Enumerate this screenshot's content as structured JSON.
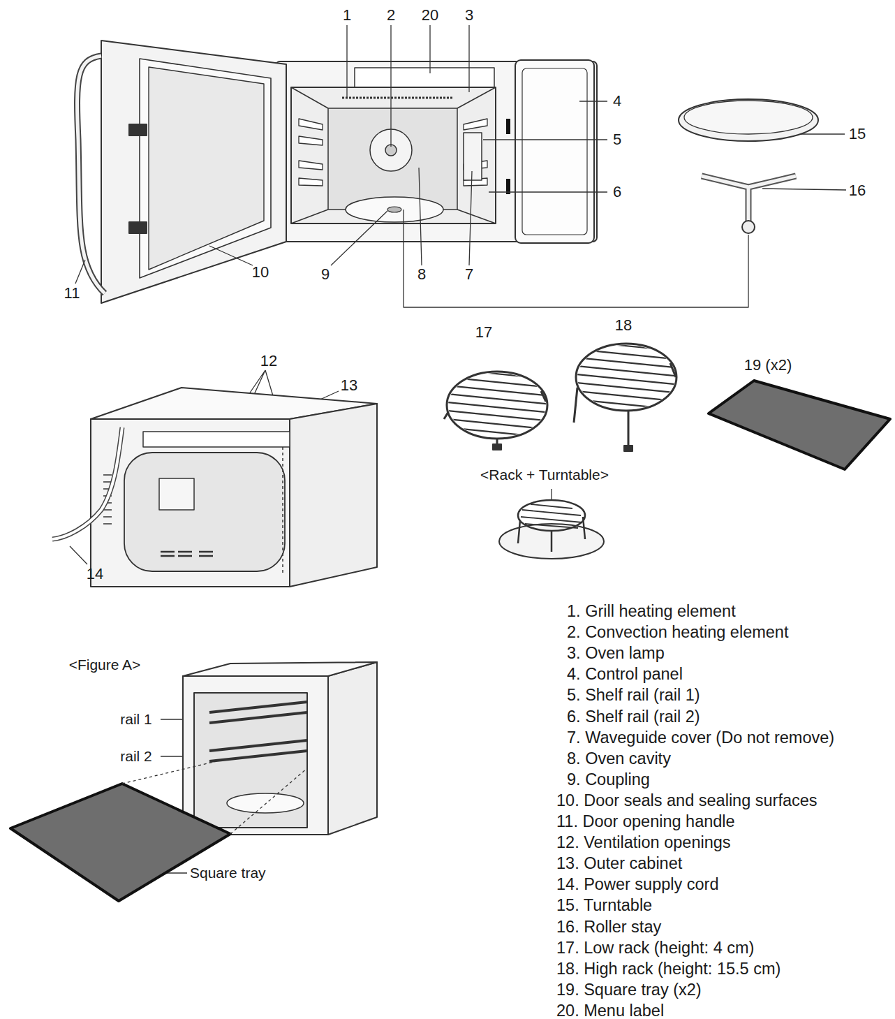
{
  "diagram": {
    "labels": [
      "1",
      "2",
      "20",
      "3",
      "4",
      "5",
      "6",
      "15",
      "16",
      "11",
      "10",
      "9",
      "8",
      "7",
      "17",
      "18",
      "19 (x2)",
      "<Rack + Turntable>",
      "12",
      "13",
      "14",
      "<Figure A>",
      "rail 1",
      "rail 2",
      "Square tray",
      "1. Grill heating element",
      "2. Convection heating element",
      "3. Oven lamp",
      "4. Control panel",
      "5. Shelf rail (rail 1)",
      "6. Shelf rail (rail 2)",
      "7. Waveguide cover (Do not remove)",
      "8. Oven cavity",
      "9. Coupling",
      "10. Door seals and sealing surfaces",
      "11. Door opening handle",
      "12. Ventilation openings",
      "13. Outer cabinet",
      "14. Power supply cord",
      "15. Turntable",
      "16. Roller stay",
      "17. Low rack (height: 4 cm)",
      "18. High rack (height: 15.5 cm)",
      "19. Square tray (x2)",
      "20. Menu label"
    ]
  }
}
